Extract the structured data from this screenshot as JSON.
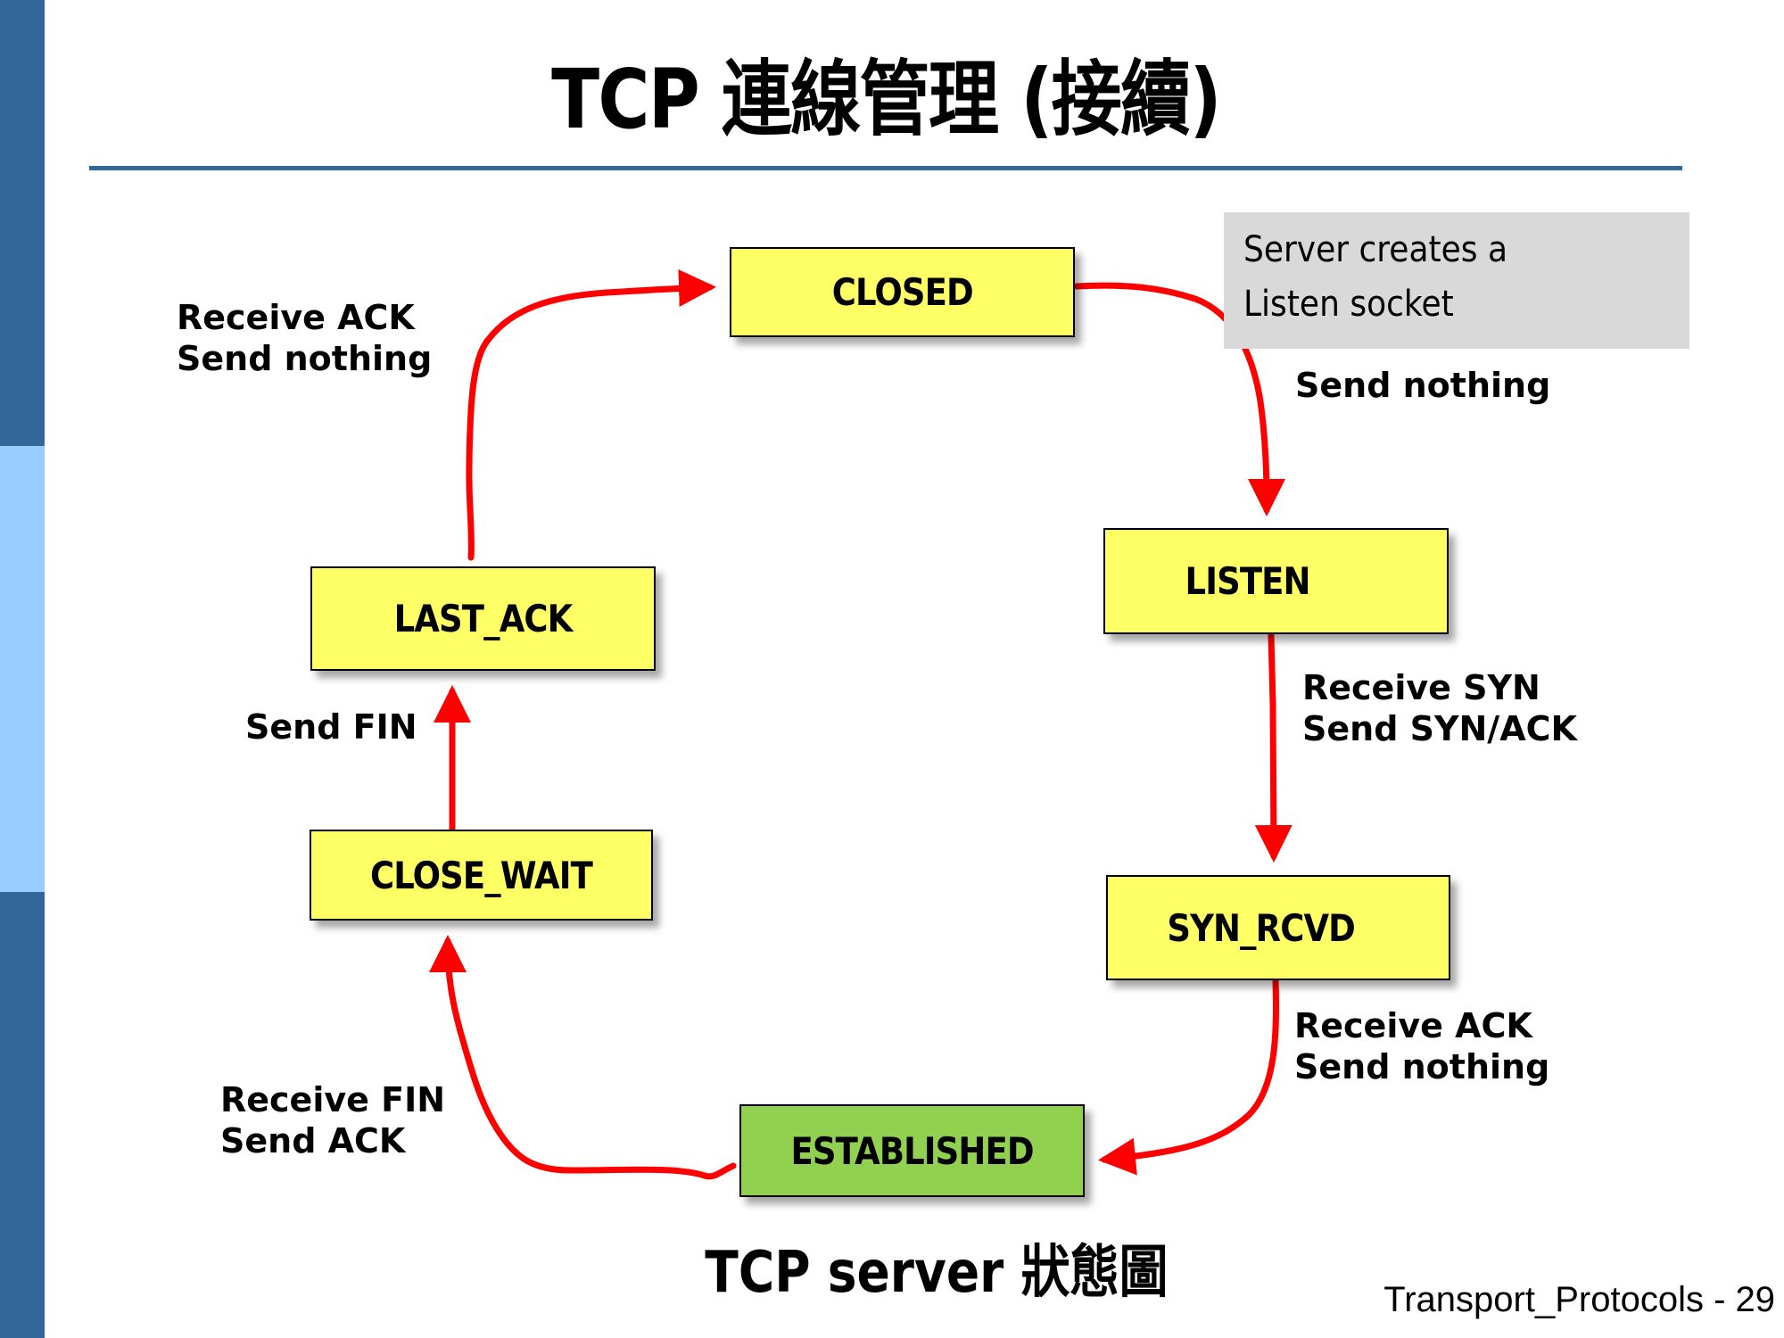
{
  "slide": {
    "title": "TCP 連線管理 (接續)",
    "caption": "TCP server 狀態圖",
    "footer": "Transport_Protocols - 29",
    "colors": {
      "sidebar_dark": "#336699",
      "sidebar_light": "#99ccff",
      "rule": "#336699",
      "state_fill": "#ffff66",
      "established_fill": "#92d050",
      "arrow": "#ff0000",
      "note_fill": "#d9d9d9"
    }
  },
  "note": {
    "lines": [
      "Server creates a",
      "Listen socket"
    ]
  },
  "states": {
    "closed": "CLOSED",
    "listen": "LISTEN",
    "syn_rcvd": "SYN_RCVD",
    "established": "ESTABLISHED",
    "close_wait": "CLOSE_WAIT",
    "last_ack": "LAST_ACK"
  },
  "transitions": {
    "closed_to_listen": [
      "Send nothing"
    ],
    "listen_to_syn_rcvd": [
      "Receive SYN",
      "Send SYN/ACK"
    ],
    "syn_rcvd_to_established": [
      "Receive ACK",
      "Send nothing"
    ],
    "established_to_close_wait": [
      "Receive FIN",
      "Send ACK"
    ],
    "close_wait_to_last_ack": [
      "Send FIN"
    ],
    "last_ack_to_closed": [
      "Receive ACK",
      "Send nothing"
    ]
  }
}
